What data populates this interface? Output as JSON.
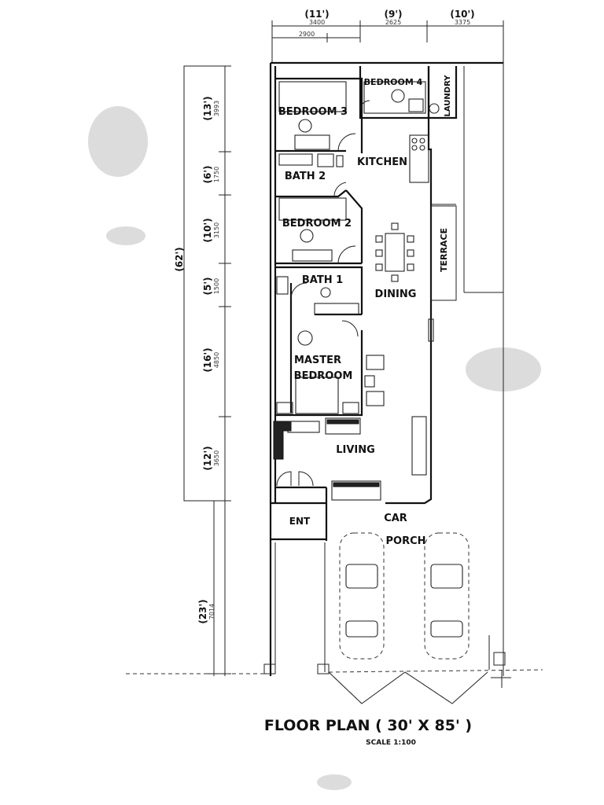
{
  "title": "FLOOR PLAN ( 30' X 85' )",
  "scale": "SCALE 1:100",
  "top_dimensions": [
    {
      "feet": "(11')",
      "mm": "3400"
    },
    {
      "feet": "(9')",
      "mm": "2625"
    },
    {
      "feet": "(10')",
      "mm": "3375"
    }
  ],
  "top_sub_dimension": "2900",
  "left_dimensions": [
    {
      "feet": "(13')",
      "mm": "3993"
    },
    {
      "feet": "(6')",
      "mm": "1750"
    },
    {
      "feet": "(10')",
      "mm": "3150"
    },
    {
      "feet": "(5')",
      "mm": "1500"
    },
    {
      "feet": "(16')",
      "mm": "4850"
    },
    {
      "feet": "(12')",
      "mm": "3650"
    },
    {
      "feet": "(23')",
      "mm": "7014"
    }
  ],
  "total_depth": "(62')",
  "rooms": {
    "bedroom4": "BEDROOM 4",
    "laundry": "LAUNDRY",
    "bedroom3": "BEDROOM 3",
    "kitchen": "KITCHEN",
    "bath2": "BATH 2",
    "bedroom2": "BEDROOM 2",
    "terrace": "TERRACE",
    "bath1": "BATH 1",
    "dining": "DINING",
    "master_line1": "MASTER",
    "master_line2": "BEDROOM",
    "living": "LIVING",
    "ent": "ENT",
    "car_line1": "CAR",
    "car_line2": "PORCH"
  }
}
